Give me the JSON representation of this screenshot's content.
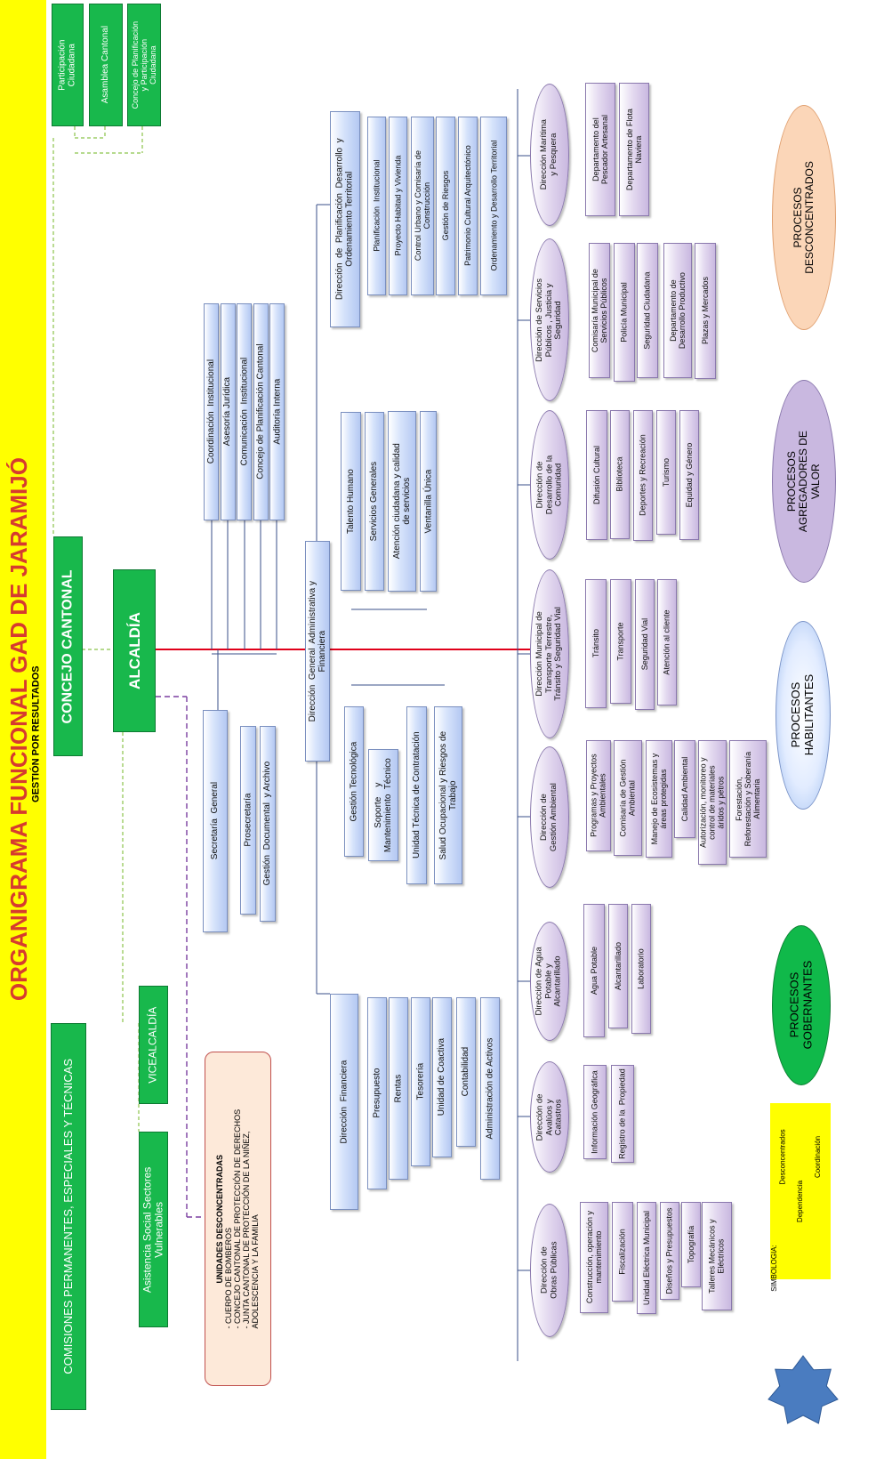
{
  "title": "ORGANIGRAMA FUNCIONAL GAD DE JARAMIJÓ",
  "subtitle": "GESTIÓN POR RESULTADOS",
  "colors": {
    "title": "#d63b2f",
    "yellow": "#ffff00",
    "green": "#18b84c",
    "blue": "#b4c8f2",
    "purple": "#c9b8e0",
    "red_line": "#e0001a",
    "dash_green": "#8bc34a",
    "dash_purple": "#7b3fa0"
  },
  "governing": {
    "comisiones": "COMISIONES PERMANENTES, ESPECIALES Y TÉCNICAS",
    "concejo": "CONCEJO CANTONAL",
    "alcaldia": "ALCALDÍA",
    "vicealcaldia": "VICEALCALDÍA",
    "asistencia": "Asistencia Social Sectores\nVulnerables",
    "participacion": "Participación\nCiudadana",
    "asamblea": "Asamblea Cantonal",
    "consejo_plan": "Concejo de Planificación\ny Participación\nCiudadana"
  },
  "unidades": {
    "title": "UNIDADES DESCONCENTRADAS",
    "items": [
      "- CUERPO DE BOMBEROS",
      "- CONCEJO CANTONAL DE PROTECCIÓN DE DERECHOS",
      "- JUNTA CANTONAL DE PROTECCIÓN DE LA NIÑEZ,",
      "ADOLESCENCIA Y LA FAMILIA"
    ]
  },
  "advisory": {
    "coordinacion": "Coordinación  Institucional",
    "asesoria": "Asesoría Jurídica",
    "comunicacion": "Comunicación  Institucional",
    "concejo_plan": "Concejo de Planificación Cantonal",
    "auditoria": "Auditoría Interna"
  },
  "support": {
    "secretaria": "Secretaría  General",
    "prosecretaria": "Prosecretaría",
    "gestion_doc": "Gestión  Documental  y Archivo",
    "dir_admin": "Dirección  General  Administrativa y\nFinanciera",
    "talento": "Talento Humano",
    "servicios": "Servicios Generales",
    "atencion": "Atención ciudadana y calidad\nde servicios",
    "ventanilla": "Ventanilla Única",
    "gestion_tec": "Gestión Tecnológica",
    "soporte": "Soporte    y\nMantenimiento  Técnico",
    "contratacion": "Unidad Técnica de Contratación",
    "salud": "Salud Ocupacional y Riesgos de\nTrabajo",
    "dir_plan": "Dirección  de  Planificación  Desarrollo  y\nOrdenamiento Territorial",
    "plan_items": [
      "Planificación  Institucional",
      "Proyecto Habitad y Vivienda",
      "Control Urbano y Comisaría de\nConstrucción",
      "Gestión de Riesgos",
      "Patrimonio Cultural Arquitectónico",
      "Ordenamiento y Desarrollo Territorial"
    ],
    "dir_fin": "Dirección  Financiera",
    "fin_items": [
      "Presupuesto",
      "Rentas",
      "Tesorería",
      "Unidad de Coactiva",
      "Contabilidad",
      "Administración de Activos"
    ]
  },
  "operative": [
    {
      "name": "Dirección de\nObras Públicas",
      "items": [
        "Construcción, operación y\nmantenimiento",
        "Fiscalización",
        "Unidad Eléctrica Municipal",
        "Diseños y Presupuestos",
        "Topografía",
        "Talleres Mecánicos y\nEléctricos"
      ]
    },
    {
      "name": "Dirección de\nAvalúos y\nCatastros",
      "items": [
        "Información Geográfica",
        "Registro de la  Propiedad"
      ]
    },
    {
      "name": "Dirección de Agua\nPotable y\nAlcantarillado",
      "items": [
        "Agua Potable",
        "Alcantarillado",
        "Laboratorio"
      ]
    },
    {
      "name": "Dirección de\nGestión Ambiental",
      "items": [
        "Programas y Proyectos\nAmbientales",
        "Comisaría de Gestión\nAmbiental",
        "Manejo de Ecosistemas y\náreas protegidas",
        "Calidad Ambiental",
        "Autorización, monitoreo y\ncontrol de materiales\náridos y pétros",
        "Forestación,\nReforestación y Soberanía\nAlimentaria"
      ]
    },
    {
      "name": "Dirección Municipal de\nTransporte Terrestre,\nTránsito y Seguridad Vial",
      "items": [
        "Tránsito",
        "Transporte",
        "Seguridad Vial",
        "Atención al cliente"
      ]
    },
    {
      "name": "Dirección de\nDesarrollo de la\nComunidad",
      "items": [
        "Difusión Cultural",
        "Biblioteca",
        "Deportes y Recreación",
        "Turismo",
        "Equidad y Género"
      ]
    },
    {
      "name": "Dirección de Servicios\nPúblicos , Justicia y\nSeguridad",
      "items": [
        "Comisaría Municipal de\nServicios Públicos",
        "Policía Municipal",
        "Seguridad Ciudadana",
        "Departamento de\nDesarrollo Productivo",
        "Plazas y Mercados"
      ]
    },
    {
      "name": "Dirección Marítima\ny Pesquera",
      "items": [
        "Departamento del\nPescador Artesanal",
        "Departamento de Flota\nNaviera"
      ]
    }
  ],
  "processes": {
    "gobernantes": "PROCESOS\nGOBERNANTES",
    "habilitantes": "PROCESOS\nHABILITANTES",
    "agregadores": "PROCESOS\nAGREGADORES DE\nVALOR",
    "desconcentrados": "PROCESOS\nDESCONCENTRADOS"
  },
  "legend": {
    "title": "SIMBOLOGIA:",
    "desconcentrados": "Desconcentrados",
    "dependencia": "Dependencia",
    "coordinacion": "Coordinación"
  }
}
